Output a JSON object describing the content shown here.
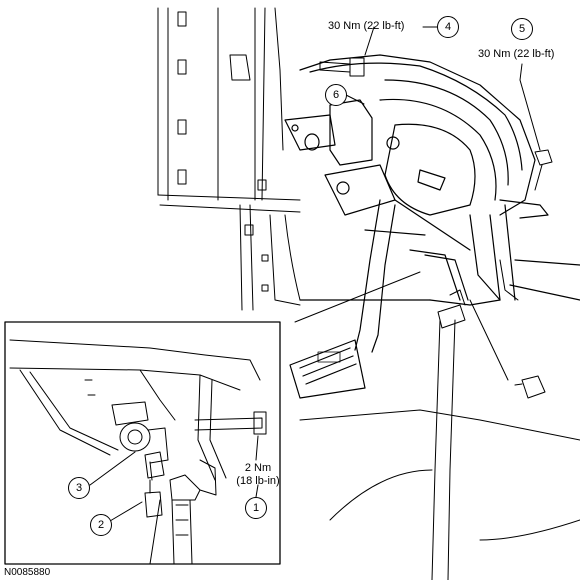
{
  "figure_id": "N0085880",
  "callouts": [
    {
      "number": "1"
    },
    {
      "number": "2"
    },
    {
      "number": "3"
    },
    {
      "number": "4"
    },
    {
      "number": "5"
    },
    {
      "number": "6"
    }
  ],
  "torques": {
    "item4": "30 Nm (22 lb-ft)",
    "item5_line1": "30 Nm (22 lb-ft)",
    "item1_line1": "2 Nm",
    "item1_line2": "(18 lb-in)"
  },
  "colors": {
    "line": "#000000",
    "background": "#ffffff"
  }
}
